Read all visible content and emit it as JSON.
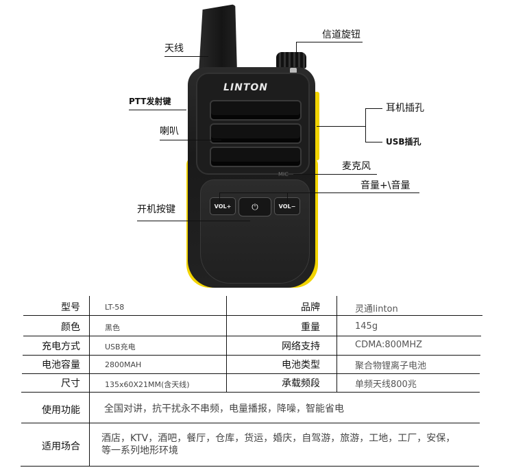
{
  "diagram": {
    "brand_logo": "LINTON",
    "callouts": {
      "antenna": "天线",
      "channel_knob": "信道旋钮",
      "ptt_key": "PTT发射键",
      "speaker": "喇叭",
      "earphone_jack": "耳机插孔",
      "usb_jack": "USB插孔",
      "microphone": "麦克风",
      "volume": "音量+\\音量",
      "power_key": "开机按键"
    },
    "buttons": {
      "vol_plus": "VOL+",
      "power": "⏻",
      "vol_minus": "VOL−"
    },
    "mic_label": "MIC",
    "colors": {
      "body": "#1e1e1e",
      "accent_yellow": "#f2d400"
    }
  },
  "specs": {
    "left": [
      {
        "label": "型号",
        "value": "LT-58"
      },
      {
        "label": "颜色",
        "value": "黑色"
      },
      {
        "label": "充电方式",
        "value": "USB充电"
      },
      {
        "label": "电池容量",
        "value": "2800MAH"
      },
      {
        "label": "尺寸",
        "value": "135x60X21MM(含天线)"
      }
    ],
    "right": [
      {
        "label": "品牌",
        "value": "灵通linton"
      },
      {
        "label": "重量",
        "value": "145g"
      },
      {
        "label": "网络支持",
        "value": "CDMA:800MHZ"
      },
      {
        "label": "电池类型",
        "value": "聚合物锂离子电池"
      },
      {
        "label": "承载频段",
        "value": "单频天线800兆"
      }
    ],
    "features": {
      "label": "使用功能",
      "value": "全国对讲，抗干扰永不串频，电量播报，降噪，智能省电"
    },
    "scenarios": {
      "label": "适用场合",
      "value_line1": "酒店，KTV，酒吧，餐厅，仓库，货运，婚庆，自驾游，旅游，工地，工厂，安保，",
      "value_line2": "等一系列地形环境"
    }
  }
}
